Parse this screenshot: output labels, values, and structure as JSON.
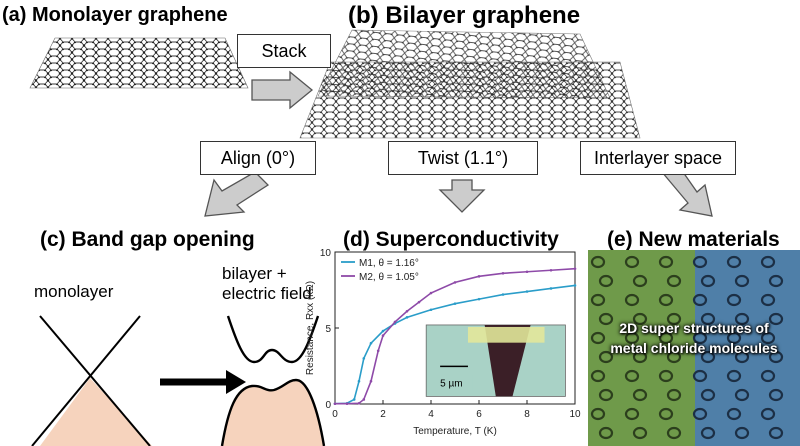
{
  "panels": {
    "a_title": "(a) Monolayer graphene",
    "b_title": "(b) Bilayer graphene",
    "c_title": "(c) Band gap opening",
    "d_title": "(d) Superconductivity",
    "e_title": "(e) New materials"
  },
  "boxes": {
    "stack": "Stack",
    "align": "Align (0°)",
    "twist": "Twist (1.1°)",
    "space": "Interlayer space"
  },
  "band": {
    "left_label": "monolayer",
    "right_label_1": "bilayer +",
    "right_label_2": "electric field"
  },
  "materials": {
    "overlay_line1": "2D super structures of",
    "overlay_line2": "metal chloride molecules"
  },
  "colors": {
    "m1": "#2a9dc9",
    "m2": "#8e4aa8",
    "band_fill": "#f6d3bd",
    "arrow_fill": "#cccccc",
    "green_panel": "#6f9a4a",
    "blue_panel": "#4f7fa8"
  },
  "chart_data": {
    "type": "line",
    "xlabel": "Temperature, T (K)",
    "ylabel": "Resistance, Rxx (kΩ)",
    "xlim": [
      0,
      10
    ],
    "ylim": [
      0,
      10
    ],
    "xticks": [
      "0",
      "2",
      "4",
      "6",
      "8",
      "10"
    ],
    "yticks": [
      "0",
      "5",
      "10"
    ],
    "legend_position": "top-left",
    "inset_scale": "5 µm",
    "series": [
      {
        "name": "M1, θ = 1.16°",
        "x": [
          0,
          0.5,
          0.8,
          1.0,
          1.2,
          1.5,
          2.0,
          2.5,
          3.0,
          4.0,
          5.0,
          6.0,
          7.0,
          8.0,
          9.0,
          10.0
        ],
        "y": [
          0.02,
          0.05,
          0.3,
          1.5,
          3.0,
          4.0,
          4.8,
          5.3,
          5.7,
          6.2,
          6.6,
          6.9,
          7.2,
          7.4,
          7.6,
          7.8
        ]
      },
      {
        "name": "M2, θ = 1.05°",
        "x": [
          0,
          0.5,
          1.0,
          1.2,
          1.5,
          1.8,
          2.0,
          2.5,
          3.0,
          3.5,
          4.0,
          5.0,
          6.0,
          7.0,
          8.0,
          9.0,
          10.0
        ],
        "y": [
          0.02,
          0.02,
          0.05,
          0.3,
          1.5,
          3.5,
          4.5,
          5.4,
          6.1,
          6.7,
          7.3,
          8.0,
          8.4,
          8.6,
          8.7,
          8.8,
          8.9
        ]
      }
    ]
  }
}
